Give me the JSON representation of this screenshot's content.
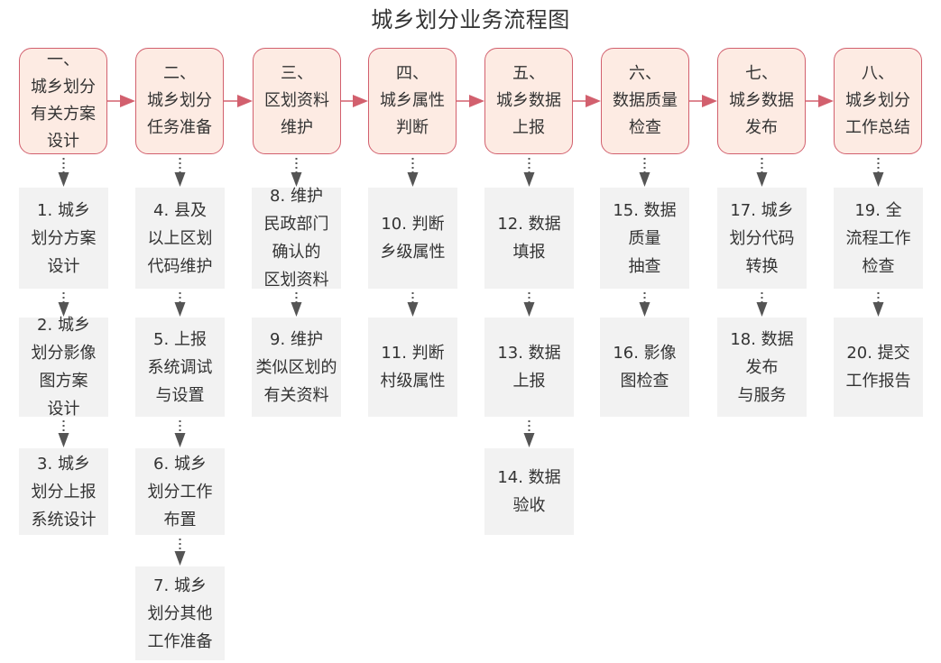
{
  "title": "城乡划分业务流程图",
  "colors": {
    "stage_fill": "#fdebe3",
    "stage_border": "#d2606e",
    "stage_arrow": "#d2606e",
    "task_fill": "#f2f2f2",
    "task_arrow": "#555555",
    "text": "#333333"
  },
  "stages": [
    {
      "num": "一、",
      "lines": [
        "城乡划分",
        "有关方案",
        "设计"
      ]
    },
    {
      "num": "二、",
      "lines": [
        "城乡划分",
        "任务准备"
      ]
    },
    {
      "num": "三、",
      "lines": [
        "区划资料",
        "维护"
      ]
    },
    {
      "num": "四、",
      "lines": [
        "城乡属性",
        "判断"
      ]
    },
    {
      "num": "五、",
      "lines": [
        "城乡数据",
        "上报"
      ]
    },
    {
      "num": "六、",
      "lines": [
        "数据质量",
        "检查"
      ]
    },
    {
      "num": "七、",
      "lines": [
        "城乡数据",
        "发布"
      ]
    },
    {
      "num": "八、",
      "lines": [
        "城乡划分",
        "工作总结"
      ]
    }
  ],
  "tasks": [
    [
      {
        "lines": [
          "1. 城乡",
          "划分方案",
          "设计"
        ]
      },
      {
        "lines": [
          "2. 城乡",
          "划分影像",
          "图方案",
          "设计"
        ]
      },
      {
        "lines": [
          "3. 城乡",
          "划分上报",
          "系统设计"
        ]
      }
    ],
    [
      {
        "lines": [
          "4. 县及",
          "以上区划",
          "代码维护"
        ]
      },
      {
        "lines": [
          "5. 上报",
          "系统调试",
          "与设置"
        ]
      },
      {
        "lines": [
          "6. 城乡",
          "划分工作",
          "布置"
        ]
      },
      {
        "lines": [
          "7. 城乡",
          "划分其他",
          "工作准备"
        ]
      }
    ],
    [
      {
        "lines": [
          "8. 维护",
          "民政部门",
          "确认的",
          "区划资料"
        ]
      },
      {
        "lines": [
          "9. 维护",
          "类似区划的",
          "有关资料"
        ]
      }
    ],
    [
      {
        "lines": [
          "10. 判断",
          "乡级属性"
        ]
      },
      {
        "lines": [
          "11. 判断",
          "村级属性"
        ]
      }
    ],
    [
      {
        "lines": [
          "12. 数据",
          "填报"
        ]
      },
      {
        "lines": [
          "13. 数据",
          "上报"
        ]
      },
      {
        "lines": [
          "14. 数据",
          "验收"
        ]
      }
    ],
    [
      {
        "lines": [
          "15. 数据",
          "质量",
          "抽查"
        ]
      },
      {
        "lines": [
          "16. 影像",
          "图检查"
        ]
      }
    ],
    [
      {
        "lines": [
          "17. 城乡",
          "划分代码",
          "转换"
        ]
      },
      {
        "lines": [
          "18. 数据",
          "发布",
          "与服务"
        ]
      }
    ],
    [
      {
        "lines": [
          "19. 全",
          "流程工作",
          "检查"
        ]
      },
      {
        "lines": [
          "20. 提交",
          "工作报告"
        ]
      }
    ]
  ]
}
